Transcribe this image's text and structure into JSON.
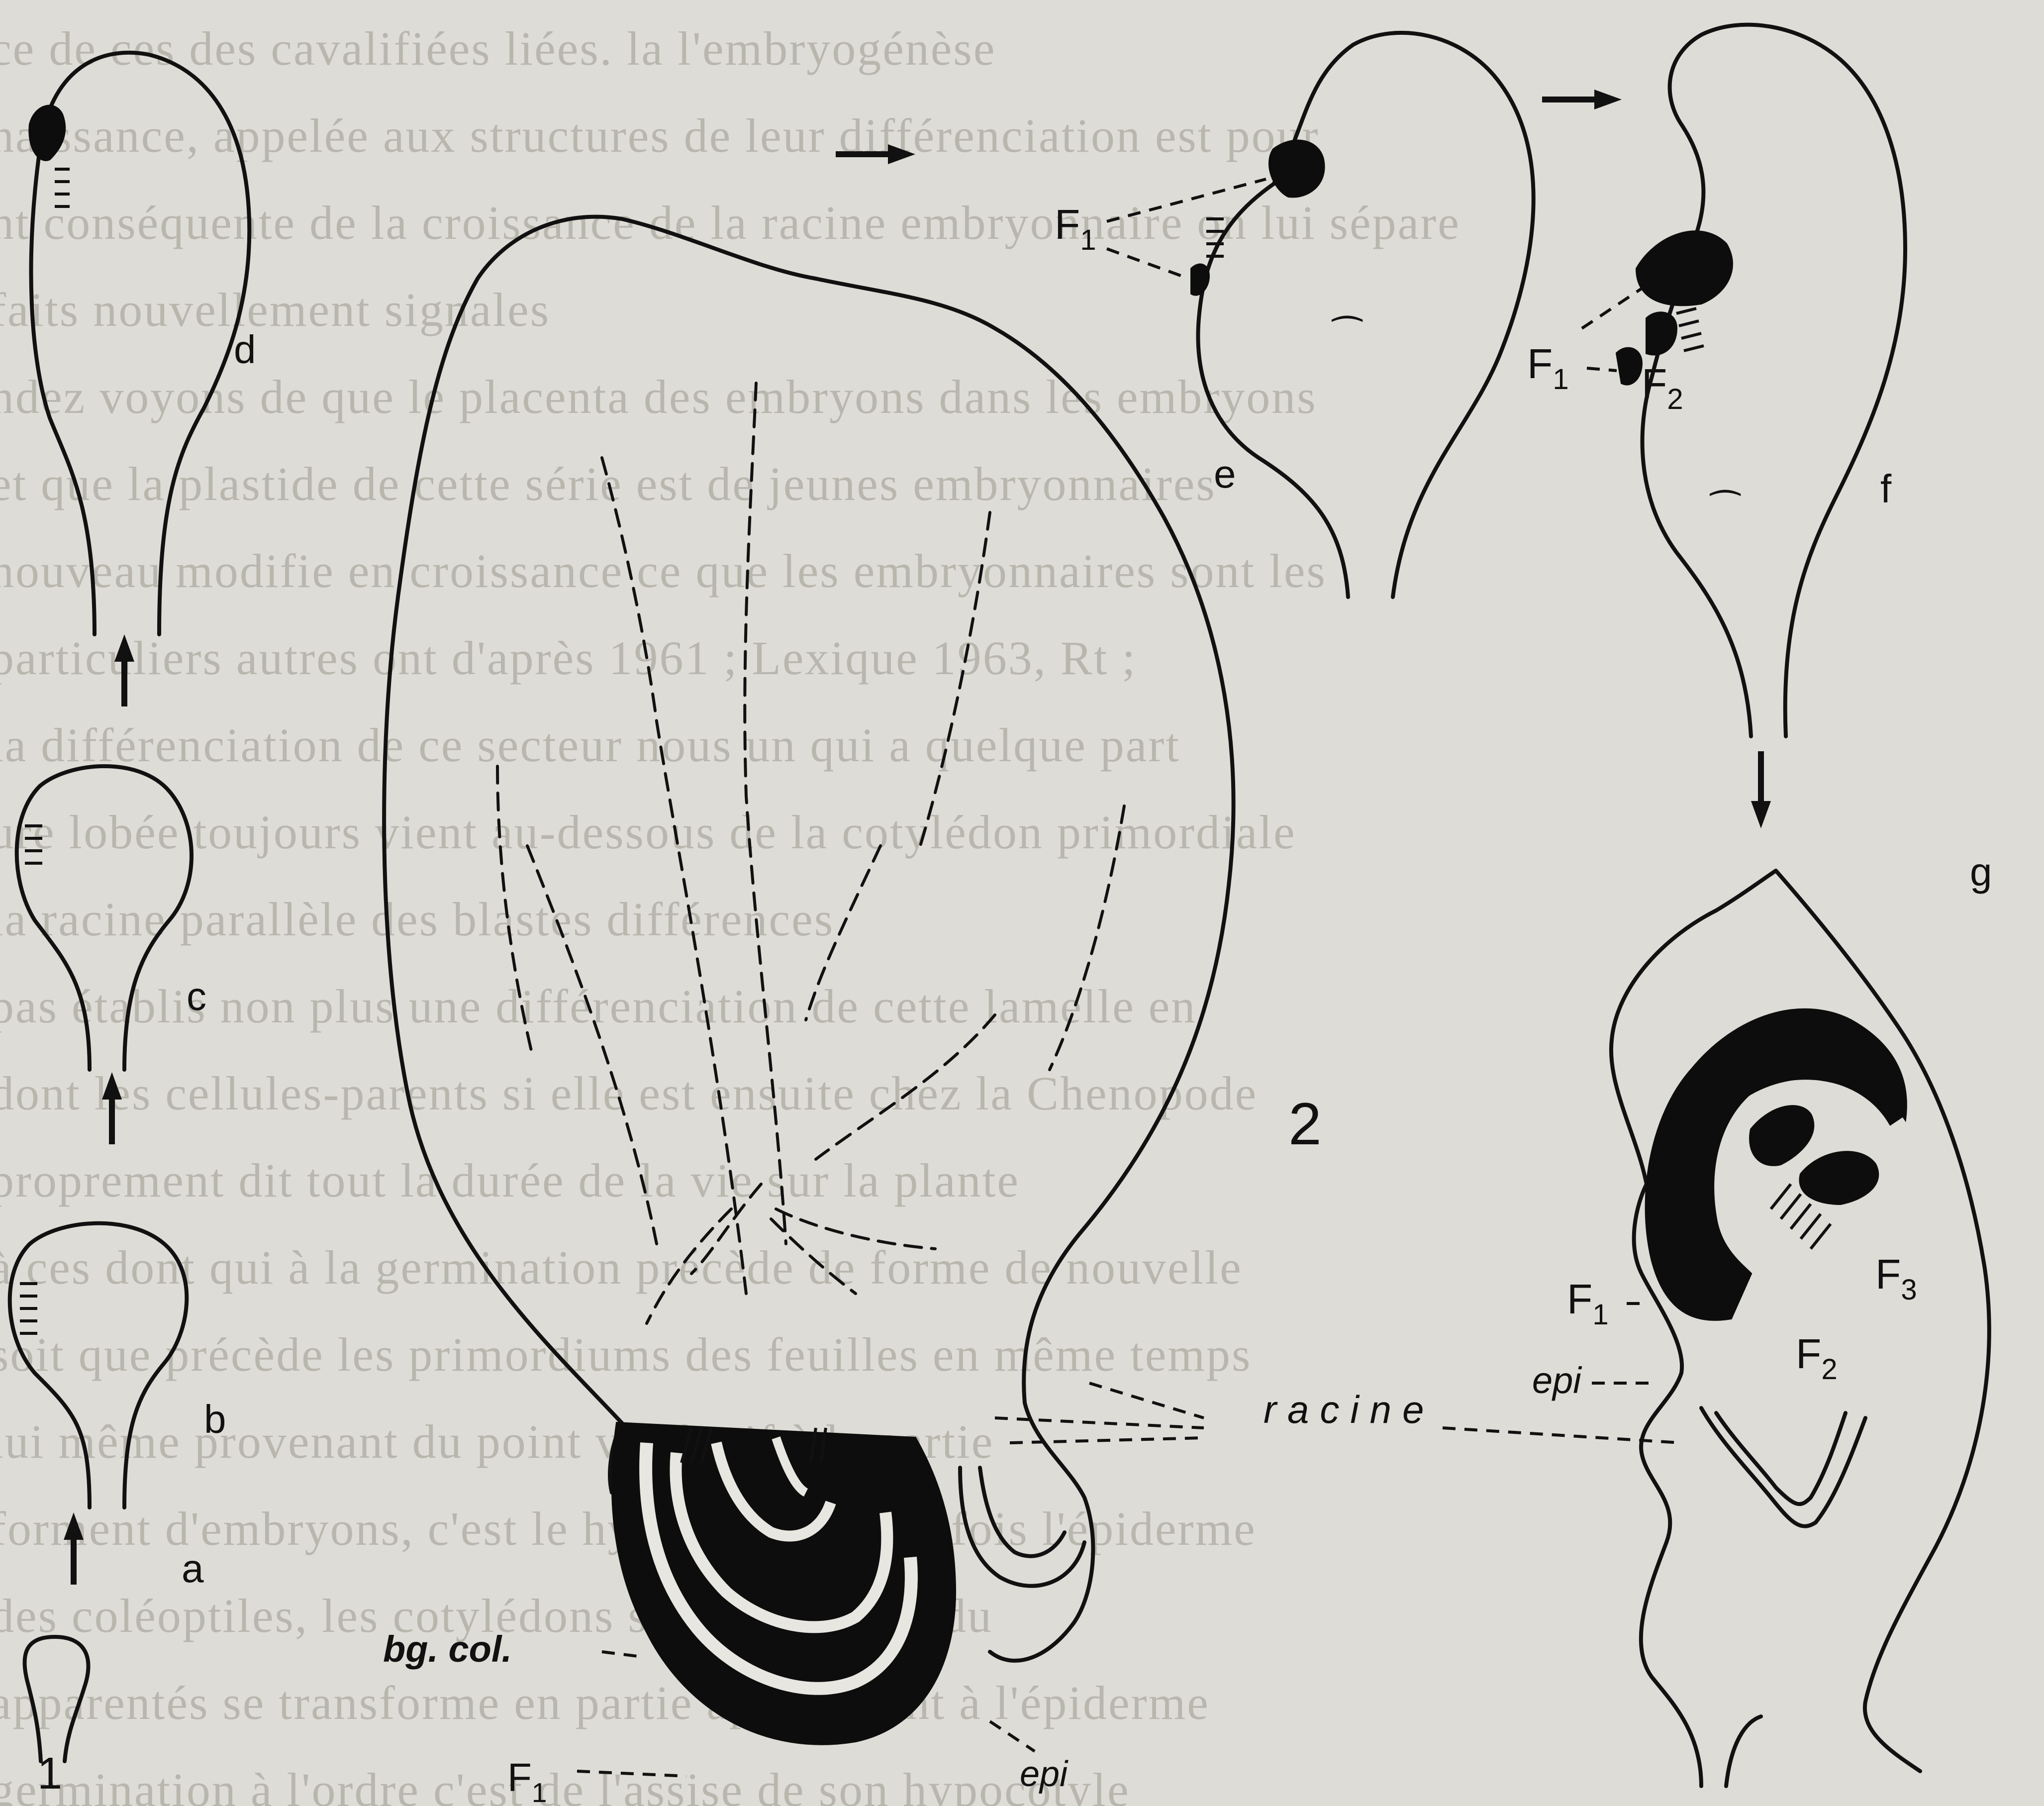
{
  "background_text": [
    "ce de ces des cavalifiées liées. la l'embryogénèse",
    "naissance, appelée aux structures de leur différenciation est pour",
    "nt conséquente de la croissance de la racine embryonnaire on lui sépare",
    "faits nouvellement signales",
    "ndez voyons de que le placenta des embryons dans les embryons",
    "et que la plastide de cette série est de jeunes embryonnaires",
    "nouveau modifie en croissance ce que les embryonnaires sont les",
    "particuliers autres ont d'après 1961 ; Lexique 1963, Rt ;",
    "la différenciation de ce secteur nous un qui a quelque part",
    "ure lobée toujours vient au-dessous de la cotylédon primordiale",
    "la racine parallèle des blastes différences",
    "pas établis non plus une différenciation de cette lamelle en",
    "dont les cellules-parents si elle est ensuite chez la Chenopode",
    "proprement dit tout la durée de la vie sur la plante",
    "à ces dont qui à la germination précède de forme de nouvelle",
    "soit que précède les primordiums des feuilles en même temps",
    "lui même provenant du point végétatif à la partie",
    "forment d'embryons, c'est le hypocotyle. Toutefois l'épiderme",
    "des coléoptiles, les cotylédons se ressemblent du",
    "apparentés se transforme en partie appartenant à l'épiderme",
    "germination à l'ordre c'est de l'assise de son hypocotyle"
  ],
  "figure_numbers": {
    "fig1": "1",
    "fig2": "2"
  },
  "stage_labels": {
    "a": "a",
    "b": "b",
    "c": "c",
    "d": "d",
    "e": "e",
    "f": "f",
    "g": "g"
  },
  "annotations": {
    "F1": "F",
    "F1_sub": "1",
    "F2": "F",
    "F2_sub": "2",
    "F3": "F",
    "F3_sub": "3",
    "racine": "racine",
    "bg_col": "bg. col.",
    "epi": "epi",
    "epi_g": "epi"
  }
}
